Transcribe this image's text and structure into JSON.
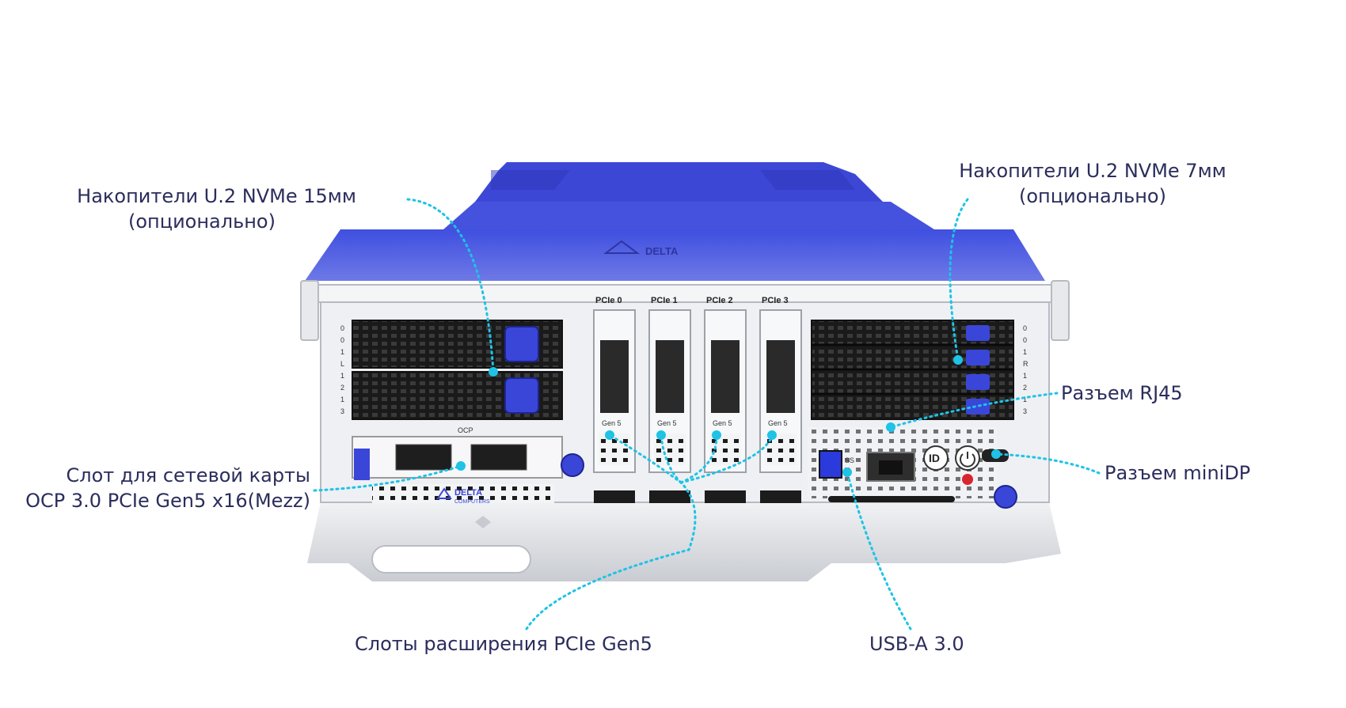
{
  "callouts": {
    "u2_15mm": {
      "line1": "Накопители U.2 NVMe 15мм",
      "line2": "(опционально)"
    },
    "u2_7mm": {
      "line1": "Накопители U.2 NVMe 7мм",
      "line2": "(опционально)"
    },
    "rj45": {
      "line1": "Разъем RJ45"
    },
    "minidp": {
      "line1": "Разъем miniDP"
    },
    "ocp": {
      "line1": "Слот для сетевой карты",
      "line2": "OCP 3.0 PCIe Gen5 x16(Mezz)"
    },
    "pcie_slots": {
      "line1": "Слоты расширения PCIe Gen5"
    },
    "usb": {
      "line1": "USB-A 3.0"
    }
  },
  "device": {
    "brand": "DELTA",
    "brand_sub": "COMPUTERS",
    "pcie_labels": [
      "PCIe 0",
      "PCIe 1",
      "PCIe 2",
      "PCIe 3"
    ],
    "gen_label": "Gen 5",
    "ocp_label": "OCP",
    "left_bay_marks": [
      "0",
      "0",
      "1",
      "L",
      "1",
      "2",
      "1",
      "3"
    ],
    "right_bay_marks": [
      "0",
      "0",
      "1",
      "R",
      "1",
      "2",
      "1",
      "3"
    ],
    "id_button": "ID",
    "usb_mark": "SS"
  },
  "colors": {
    "chassis_blue": "#4a56d8",
    "leader_line": "#1ec3e6",
    "text": "#2b2d5c",
    "metal": "#e6e8ec"
  }
}
